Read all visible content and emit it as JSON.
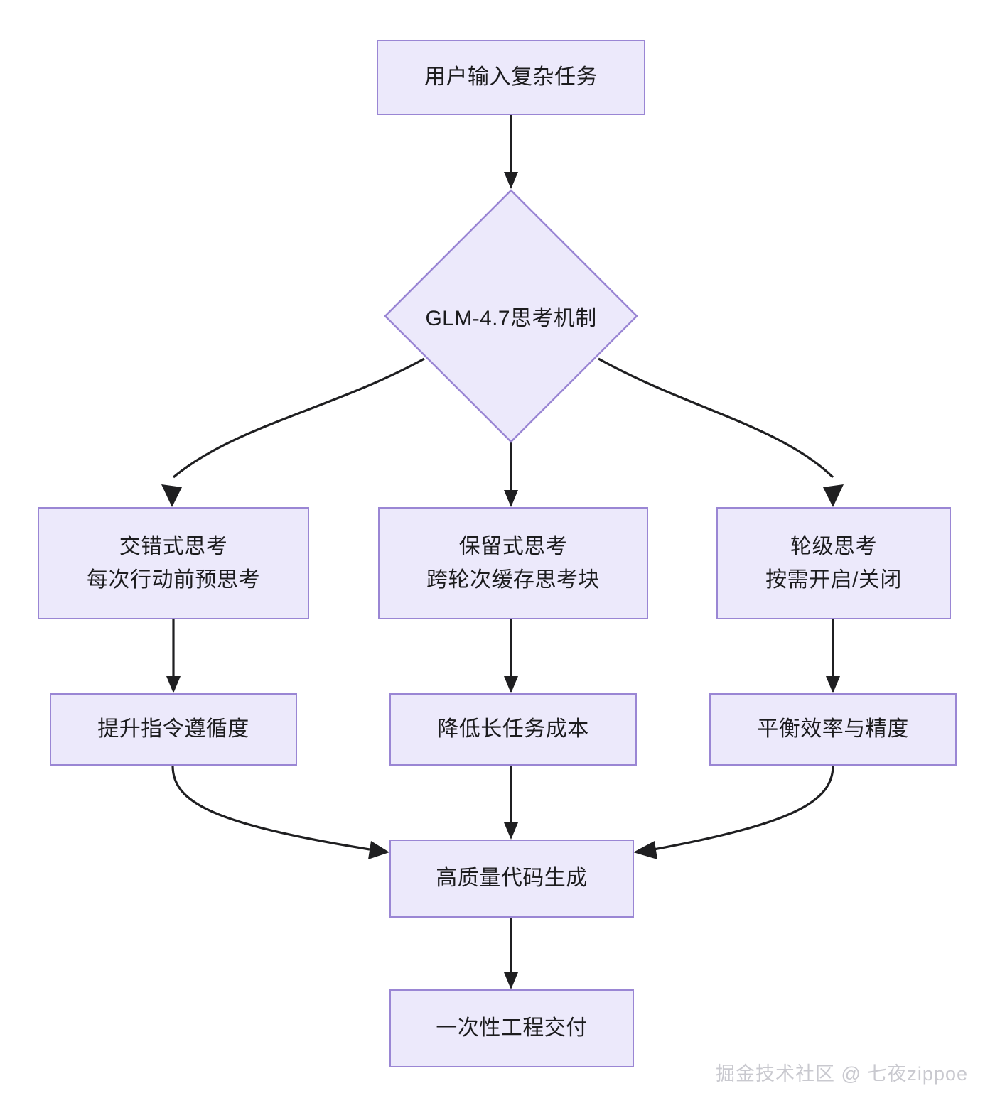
{
  "diagram": {
    "type": "flowchart",
    "direction": "top-down",
    "theme": {
      "node_fill": "#ece9fb",
      "node_border": "#9a86d4",
      "edge_color": "#1f1f21",
      "text_color": "#1c1c1e",
      "background": "#ffffff",
      "watermark_color": "#c9c9cf"
    },
    "nodes": {
      "start": {
        "shape": "rectangle",
        "label": "用户输入复杂任务"
      },
      "decision": {
        "shape": "diamond",
        "label": "GLM-4.7思考机制"
      },
      "branch_left": {
        "shape": "rectangle",
        "title": "交错式思考",
        "detail": "每次行动前预思考"
      },
      "branch_center": {
        "shape": "rectangle",
        "title": "保留式思考",
        "detail": "跨轮次缓存思考块"
      },
      "branch_right": {
        "shape": "rectangle",
        "title": "轮级思考",
        "detail": "按需开启/关闭"
      },
      "outcome_left": {
        "shape": "rectangle",
        "label": "提升指令遵循度"
      },
      "outcome_center": {
        "shape": "rectangle",
        "label": "降低长任务成本"
      },
      "outcome_right": {
        "shape": "rectangle",
        "label": "平衡效率与精度"
      },
      "merge": {
        "shape": "rectangle",
        "label": "高质量代码生成"
      },
      "end": {
        "shape": "rectangle",
        "label": "一次性工程交付"
      }
    },
    "edges": [
      {
        "from": "start",
        "to": "decision",
        "style": "straight-arrow"
      },
      {
        "from": "decision",
        "to": "branch_left",
        "style": "curved-arrow"
      },
      {
        "from": "decision",
        "to": "branch_center",
        "style": "straight-arrow"
      },
      {
        "from": "decision",
        "to": "branch_right",
        "style": "curved-arrow"
      },
      {
        "from": "branch_left",
        "to": "outcome_left",
        "style": "straight-arrow"
      },
      {
        "from": "branch_center",
        "to": "outcome_center",
        "style": "straight-arrow"
      },
      {
        "from": "branch_right",
        "to": "outcome_right",
        "style": "straight-arrow"
      },
      {
        "from": "outcome_left",
        "to": "merge",
        "style": "curved-arrow"
      },
      {
        "from": "outcome_center",
        "to": "merge",
        "style": "straight-arrow"
      },
      {
        "from": "outcome_right",
        "to": "merge",
        "style": "curved-arrow"
      },
      {
        "from": "merge",
        "to": "end",
        "style": "straight-arrow"
      }
    ]
  },
  "watermark": {
    "text": "掘金技术社区 @ 七夜zippoe"
  }
}
